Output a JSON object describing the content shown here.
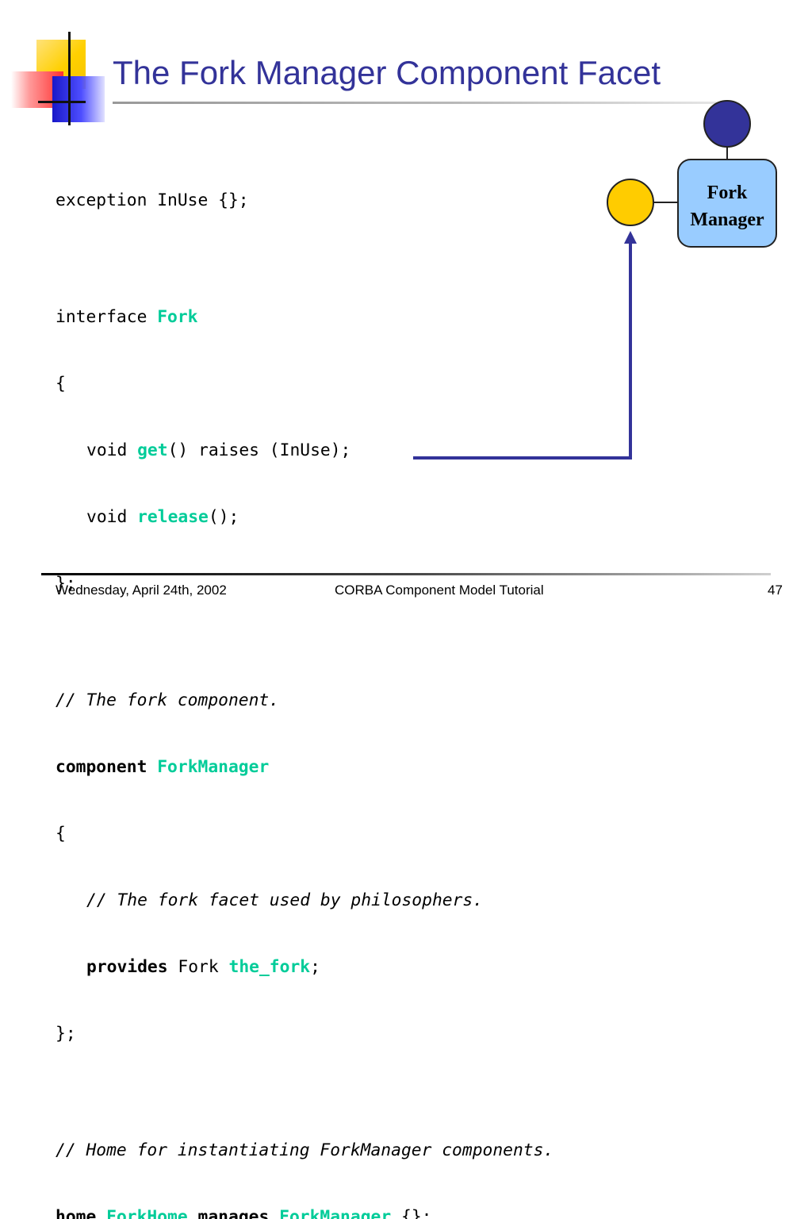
{
  "slide": {
    "title": "The Fork Manager Component Facet",
    "code_lines": {
      "l1": {
        "a": "exception InUse {};"
      },
      "l2": {
        "a": "interface ",
        "b": "Fork"
      },
      "l3": {
        "a": "{"
      },
      "l4": {
        "a": "void ",
        "b": "get",
        "c": "() raises (InUse);"
      },
      "l5": {
        "a": "void ",
        "b": "release",
        "c": "();"
      },
      "l6": {
        "a": "};"
      },
      "l7": {
        "a": "// The fork component."
      },
      "l8": {
        "a": "component",
        "b": " ",
        "c": "ForkManager"
      },
      "l9": {
        "a": "{"
      },
      "l10": {
        "a": "// The fork facet used by philosophers."
      },
      "l11": {
        "a": "provides",
        "b": " Fork ",
        "c": "the_fork",
        "d": ";"
      },
      "l12": {
        "a": "};"
      },
      "l13": {
        "a": "// Home for instantiating ForkManager components."
      },
      "l14": {
        "a": "home",
        "b": " ",
        "c": "ForkHome",
        "d": " ",
        "e": "manages",
        "f": " ",
        "g": "ForkManager",
        "h": " {};"
      }
    },
    "diagram": {
      "component_label_line1": "Fork",
      "component_label_line2": "Manager",
      "colors": {
        "component_fill": "#99ccff",
        "receptacle_fill": "#333399",
        "facet_fill": "#ffcc00",
        "arrow": "#333399",
        "highlight": "#00cc99"
      }
    }
  },
  "footer": {
    "date": "Wednesday, April 24th, 2002",
    "center": "CORBA Component Model Tutorial",
    "page": "47"
  }
}
